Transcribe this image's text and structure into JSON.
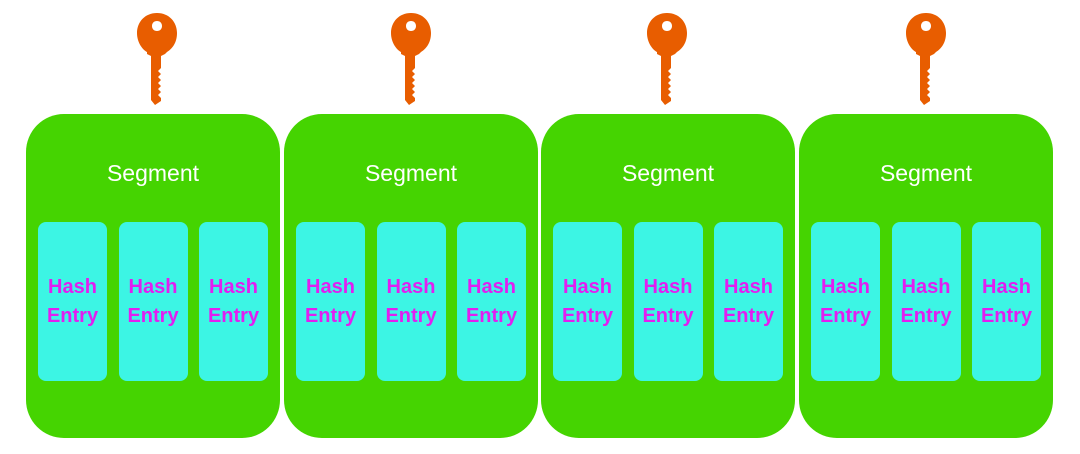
{
  "diagram": {
    "colors": {
      "key": "#e85d00",
      "segment": "#45d401",
      "segment_text": "#ffffff",
      "entry": "#3cf5e4",
      "entry_text": "#e21ef0"
    },
    "segments": [
      {
        "title": "Segment",
        "lock_icon": "key-icon",
        "entries": [
          {
            "line1": "Hash",
            "line2": "Entry"
          },
          {
            "line1": "Hash",
            "line2": "Entry"
          },
          {
            "line1": "Hash",
            "line2": "Entry"
          }
        ]
      },
      {
        "title": "Segment",
        "lock_icon": "key-icon",
        "entries": [
          {
            "line1": "Hash",
            "line2": "Entry"
          },
          {
            "line1": "Hash",
            "line2": "Entry"
          },
          {
            "line1": "Hash",
            "line2": "Entry"
          }
        ]
      },
      {
        "title": "Segment",
        "lock_icon": "key-icon",
        "entries": [
          {
            "line1": "Hash",
            "line2": "Entry"
          },
          {
            "line1": "Hash",
            "line2": "Entry"
          },
          {
            "line1": "Hash",
            "line2": "Entry"
          }
        ]
      },
      {
        "title": "Segment",
        "lock_icon": "key-icon",
        "entries": [
          {
            "line1": "Hash",
            "line2": "Entry"
          },
          {
            "line1": "Hash",
            "line2": "Entry"
          },
          {
            "line1": "Hash",
            "line2": "Entry"
          }
        ]
      }
    ]
  }
}
